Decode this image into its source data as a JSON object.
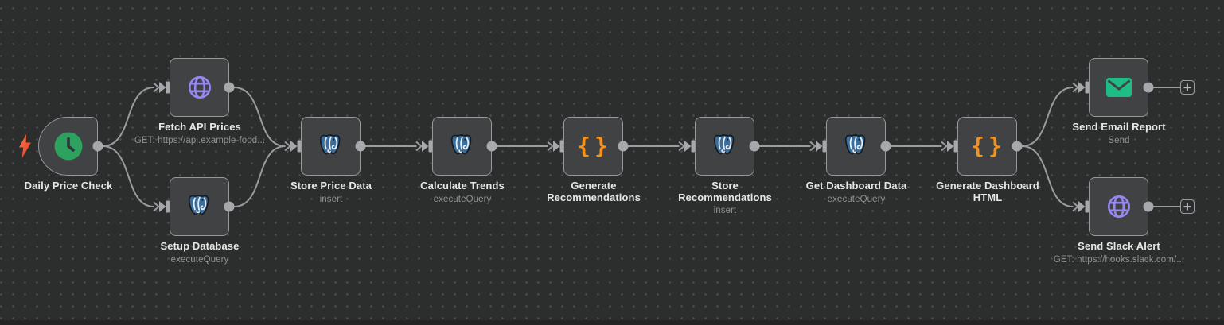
{
  "canvas": {
    "background_color": "#2c2d2d",
    "dot_color": "#4d4e4f"
  },
  "colors": {
    "node_background": "#414244",
    "node_border": "#97989b",
    "edge": "#9a9c9f",
    "endpoint": "#a6a8ab",
    "label": "#e5e6e8",
    "subtitle": "#8f9193",
    "trigger_green": "#2da25f",
    "postgres_blue": "#3c6e9c",
    "globe_purple": "#9488f0",
    "code_orange": "#f5921e",
    "email_green": "#1fbc85",
    "bolt_orange": "#f4512c"
  },
  "icons": {
    "code_braces_glyph": "{}"
  },
  "workflow": {
    "nodes": [
      {
        "id": "daily-price-check",
        "label": "Daily Price Check",
        "subtitle": "",
        "icon": "clock-icon",
        "type": "trigger"
      },
      {
        "id": "fetch-api-prices",
        "label": "Fetch API Prices",
        "subtitle": "GET: https://api.example-food...",
        "icon": "globe-icon",
        "type": "http-request"
      },
      {
        "id": "setup-database",
        "label": "Setup Database",
        "subtitle": "executeQuery",
        "icon": "postgres-icon",
        "type": "postgres"
      },
      {
        "id": "store-price-data",
        "label": "Store Price Data",
        "subtitle": "insert",
        "icon": "postgres-icon",
        "type": "postgres"
      },
      {
        "id": "calculate-trends",
        "label": "Calculate Trends",
        "subtitle": "executeQuery",
        "icon": "postgres-icon",
        "type": "postgres"
      },
      {
        "id": "generate-recommendations",
        "label": "Generate Recommendations",
        "subtitle": "",
        "icon": "code-braces-icon",
        "type": "code"
      },
      {
        "id": "store-recommendations",
        "label": "Store Recommendations",
        "subtitle": "insert",
        "icon": "postgres-icon",
        "type": "postgres"
      },
      {
        "id": "get-dashboard-data",
        "label": "Get Dashboard Data",
        "subtitle": "executeQuery",
        "icon": "postgres-icon",
        "type": "postgres"
      },
      {
        "id": "generate-dashboard-html",
        "label": "Generate Dashboard HTML",
        "subtitle": "",
        "icon": "code-braces-icon",
        "type": "code"
      },
      {
        "id": "send-email-report",
        "label": "Send Email Report",
        "subtitle": "Send",
        "icon": "email-icon",
        "type": "email"
      },
      {
        "id": "send-slack-alert",
        "label": "Send Slack Alert",
        "subtitle": "GET: https://hooks.slack.com/...",
        "icon": "globe-icon",
        "type": "http-request"
      }
    ],
    "connections": [
      {
        "from": "daily-price-check",
        "to": "fetch-api-prices"
      },
      {
        "from": "daily-price-check",
        "to": "setup-database"
      },
      {
        "from": "fetch-api-prices",
        "to": "store-price-data"
      },
      {
        "from": "setup-database",
        "to": "store-price-data"
      },
      {
        "from": "store-price-data",
        "to": "calculate-trends"
      },
      {
        "from": "calculate-trends",
        "to": "generate-recommendations"
      },
      {
        "from": "generate-recommendations",
        "to": "store-recommendations"
      },
      {
        "from": "store-recommendations",
        "to": "get-dashboard-data"
      },
      {
        "from": "get-dashboard-data",
        "to": "generate-dashboard-html"
      },
      {
        "from": "generate-dashboard-html",
        "to": "send-email-report"
      },
      {
        "from": "generate-dashboard-html",
        "to": "send-slack-alert"
      },
      {
        "from": "send-email-report",
        "to": "add-node-slot-1"
      },
      {
        "from": "send-slack-alert",
        "to": "add-node-slot-2"
      }
    ]
  }
}
